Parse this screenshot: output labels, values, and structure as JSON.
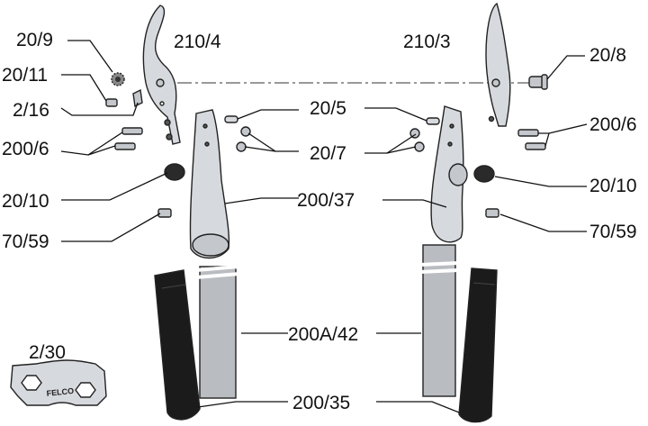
{
  "diagram": {
    "labels": {
      "blade_left": "210/4",
      "blade_right": "210/3",
      "nut_20_9": "20/9",
      "bolt_20_11": "20/11",
      "spring_2_16": "2/16",
      "screws_200_6_left": "200/6",
      "screws_200_6_right": "200/6",
      "buffer_20_10_left": "20/10",
      "buffer_20_10_right": "20/10",
      "screw_70_59_left": "70/59",
      "screw_70_59_right": "70/59",
      "bolt_20_8": "20/8",
      "pin_20_5": "20/5",
      "nut_20_7": "20/7",
      "handle_200_37": "200/37",
      "tube_200A_42": "200A/42",
      "grip_200_35": "200/35",
      "wrench_2_30": "2/30",
      "wrench_brand": "FELCO"
    }
  }
}
